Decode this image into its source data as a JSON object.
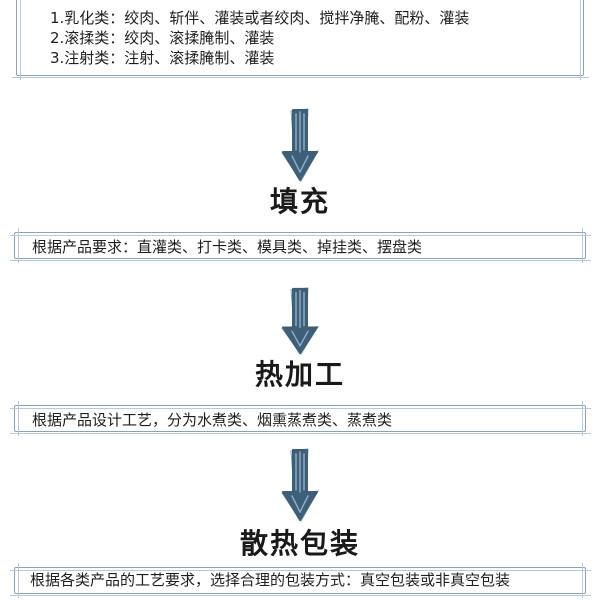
{
  "process": {
    "intro_lines": [
      "1.乳化类：绞肉、斩伴、灌装或者绞肉、搅拌净腌、配粉、灌装",
      "2.滚揉类：绞肉、滚揉腌制、灌装",
      "3.注射类：注射、滚揉腌制、灌装"
    ],
    "steps": [
      {
        "title": "填充",
        "description": "根据产品要求：直灌类、打卡类、模具类、掉挂类、摆盘类"
      },
      {
        "title": "热加工",
        "description": "根据产品设计工艺，分为水煮类、烟熏蒸煮类、蒸煮类"
      },
      {
        "title": "散热包装",
        "description": "根据各类产品的工艺要求，选择合理的包装方式：真空包装或非真空包装"
      }
    ]
  },
  "colors": {
    "arrow_fill": "#3d5f78",
    "arrow_hatch": "#8eb0c8",
    "box_border": "#8aa3b6",
    "text": "#1f1f1f"
  }
}
